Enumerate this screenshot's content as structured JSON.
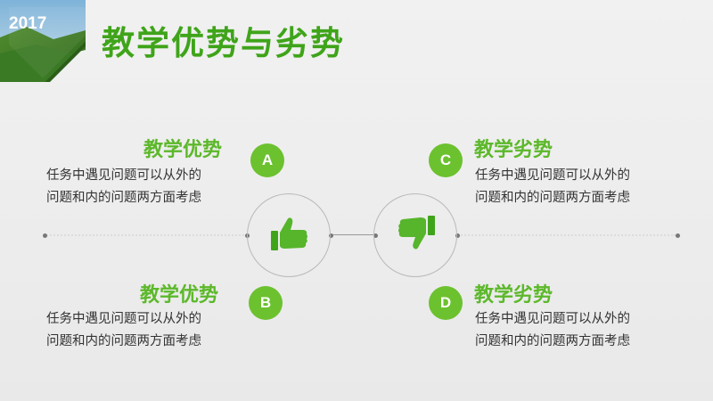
{
  "header": {
    "year": "2017",
    "title": "教学优势与劣势"
  },
  "items": [
    {
      "letter": "A",
      "heading": "教学优势",
      "line1": "任务中遇见问题可以从外的",
      "line2": "问题和内的问题两方面考虑"
    },
    {
      "letter": "B",
      "heading": "教学优势",
      "line1": "任务中遇见问题可以从外的",
      "line2": "问题和内的问题两方面考虑"
    },
    {
      "letter": "C",
      "heading": "教学劣势",
      "line1": "任务中遇见问题可以从外的",
      "line2": "问题和内的问题两方面考虑"
    },
    {
      "letter": "D",
      "heading": "教学劣势",
      "line1": "任务中遇见问题可以从外的",
      "line2": "问题和内的问题两方面考虑"
    }
  ],
  "icons": {
    "left": "thumbs-up-icon",
    "right": "thumbs-down-icon"
  },
  "colors": {
    "title": "#3fa41a",
    "accent": "#6cc12f",
    "heading": "#5cb82a",
    "text": "#333333"
  }
}
